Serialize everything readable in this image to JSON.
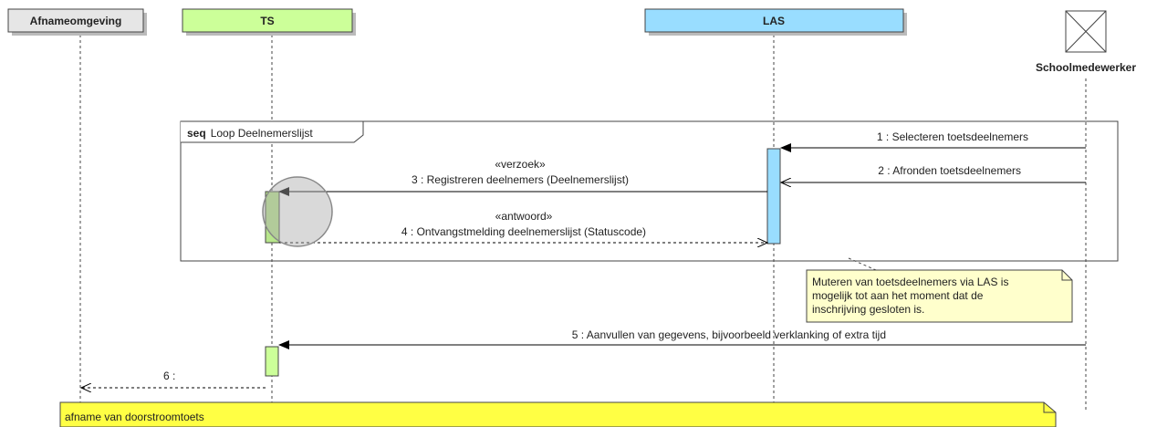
{
  "diagram": {
    "lifelines": {
      "afname": {
        "label": "Afnameomgeving",
        "color": "#e6e6e6"
      },
      "ts": {
        "label": "TS",
        "color": "#ccff99"
      },
      "las": {
        "label": "LAS",
        "color": "#99ddff"
      },
      "school": {
        "label": "Schoolmedewerker"
      }
    },
    "fragment": {
      "operator": "seq",
      "label": "Loop Deelnemerslijst"
    },
    "messages": {
      "m1": {
        "label": "1 : Selecteren toetsdeelnemers"
      },
      "m2": {
        "label": "2 : Afronden toetsdeelnemers"
      },
      "m3": {
        "stereotype": "«verzoek»",
        "label": "3 : Registreren deelnemers (Deelnemerslijst)"
      },
      "m4": {
        "stereotype": "«antwoord»",
        "label": "4 : Ontvangstmelding deelnemerslijst (Statuscode)"
      },
      "m5": {
        "label": "5 : Aanvullen van gegevens, bijvoorbeeld verklanking of extra tijd"
      },
      "m6": {
        "label": "6 :"
      }
    },
    "notes": {
      "las_note": {
        "lines": [
          "Muteren van toetsdeelnemers via LAS is",
          "mogelijk tot aan het moment dat de",
          "inschrijving gesloten is."
        ],
        "color": "#ffffcc"
      },
      "bottom_note": {
        "text": "afname van doorstroomtoets",
        "color": "#ffff44"
      }
    }
  }
}
